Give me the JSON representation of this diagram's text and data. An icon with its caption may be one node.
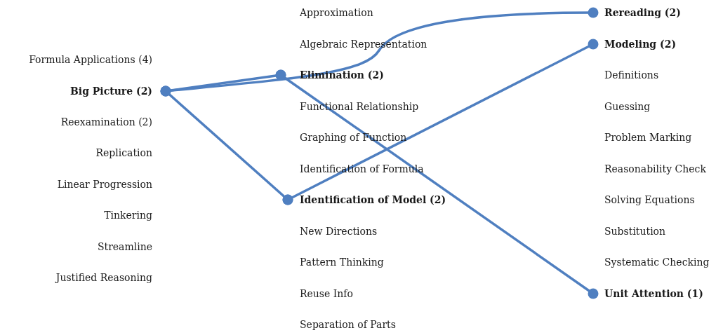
{
  "diagram": {
    "nodes": [
      {
        "text": [
          "Big Picture (2)"
        ]
      },
      {
        "text": [
          "Elimination (2)"
        ]
      },
      {
        "text": [
          "Identification of Model (2)"
        ]
      },
      {
        "text": [
          "Rereading (2)"
        ]
      },
      {
        "text": [
          "Modeling (2)"
        ]
      },
      {
        "text": [
          "Unit Attention (1)"
        ]
      }
    ],
    "edges": [
      {
        "from": 0,
        "to": 3,
        "arrow": "other"
      },
      {
        "from": 0,
        "to": 1,
        "arrow": "other"
      },
      {
        "from": 0,
        "to": 2,
        "arrow": "other"
      },
      {
        "from": 2,
        "to": 4,
        "arrow": "other"
      },
      {
        "from": 1,
        "to": 5,
        "arrow": "other"
      }
    ],
    "labels": [
      "Formula Applications (4)",
      "Reexamination (2)",
      "Replication",
      "Linear Progression",
      "Tinkering",
      "Streamline",
      "Justified Reasoning",
      "Approximation",
      "Algebraic Representation",
      "Functional Relationship",
      "Graphing of Function",
      "Identification of Formula",
      "New Directions",
      "Pattern Thinking",
      "Reuse Info",
      "Separation of Parts",
      "Definitions",
      "Guessing",
      "Problem Marking",
      "Reasonability Check",
      "Solving Equations",
      "Substitution",
      "Systematic Checking"
    ]
  }
}
